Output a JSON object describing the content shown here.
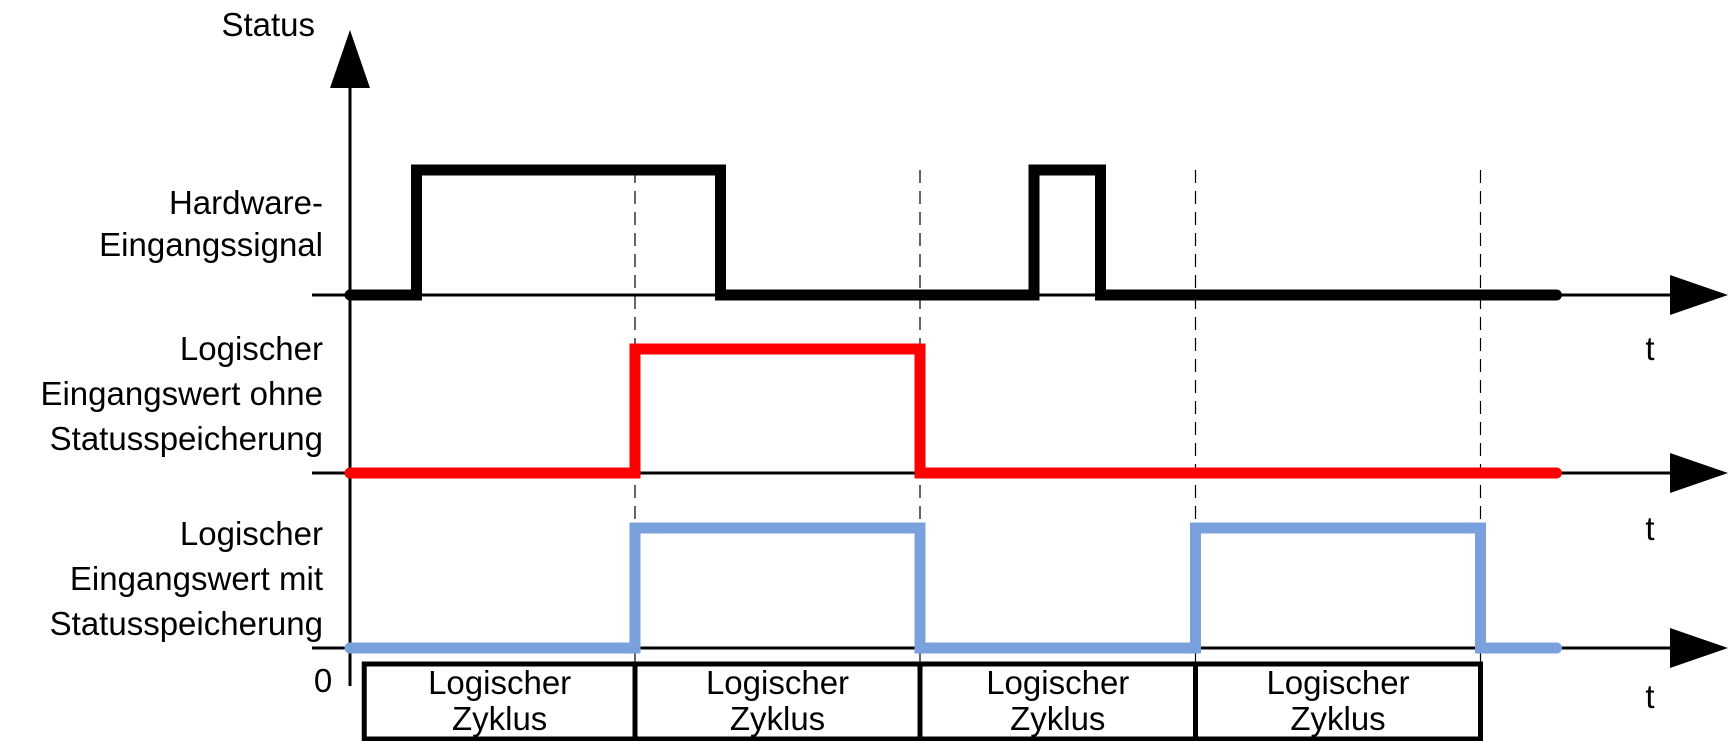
{
  "y_axis": {
    "label": "Status",
    "origin_label": "0"
  },
  "time_label": "t",
  "signals": [
    {
      "id": "hardware",
      "label_lines": [
        "Hardware-",
        "Eingangssignal"
      ],
      "color": "#000000",
      "transitions": [
        [
          0,
          0
        ],
        [
          0.7,
          1
        ],
        [
          3.9,
          0
        ],
        [
          7.2,
          1
        ],
        [
          7.9,
          0
        ]
      ],
      "end": 12.7
    },
    {
      "id": "ohne",
      "label_lines": [
        "Logischer",
        "Eingangswert ohne",
        "Statusspeicherung"
      ],
      "color": "#ff0000",
      "transitions": [
        [
          0,
          0
        ],
        [
          3,
          1
        ],
        [
          6,
          0
        ]
      ],
      "end": 12.7
    },
    {
      "id": "mit",
      "label_lines": [
        "Logischer",
        "Eingangswert mit",
        "Statusspeicherung"
      ],
      "color": "#7aa0dd",
      "transitions": [
        [
          0,
          0
        ],
        [
          3,
          1
        ],
        [
          6,
          0
        ],
        [
          8.9,
          1
        ],
        [
          11.9,
          0
        ]
      ],
      "end": 12.7
    }
  ],
  "cycle_boundaries": [
    3,
    6,
    8.9,
    11.9
  ],
  "cycles": [
    {
      "label_lines": [
        "Logischer",
        "Zyklus"
      ]
    },
    {
      "label_lines": [
        "Logischer",
        "Zyklus"
      ]
    },
    {
      "label_lines": [
        "Logischer",
        "Zyklus"
      ]
    },
    {
      "label_lines": [
        "Logischer",
        "Zyklus"
      ]
    }
  ]
}
